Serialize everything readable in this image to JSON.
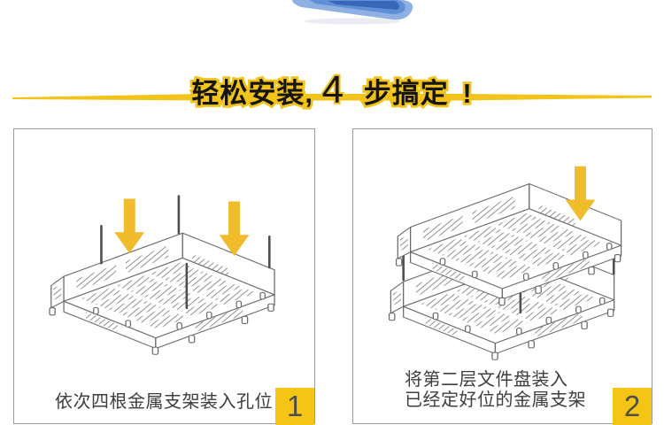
{
  "banner": {
    "prefix": "轻松安装,",
    "step_count": "4",
    "suffix": "步搞定",
    "exclamation": "!"
  },
  "steps": [
    {
      "number": "1",
      "caption_lines": [
        "依次四根金属支架装入孔位"
      ]
    },
    {
      "number": "2",
      "caption_lines": [
        "将第二层文件盘装入",
        "已经定好位的金属支架"
      ]
    }
  ],
  "illustrations": {
    "hero": "blue-tray-photo-fragment",
    "step1": "tray-with-four-metal-rods-and-two-down-arrows",
    "step2": "two-stacked-trays-with-down-arrow"
  },
  "colors": {
    "accent_yellow": "#F2C318",
    "arrow_yellow": "#F0BC2B",
    "badge_yellow": "#F5C515",
    "drawing_line_gray": "#6A6A6A",
    "caption_gray": "#3E3E3E",
    "panel_border_gray": "#9B9B9B",
    "tray_blue": "#5F8FD6"
  }
}
